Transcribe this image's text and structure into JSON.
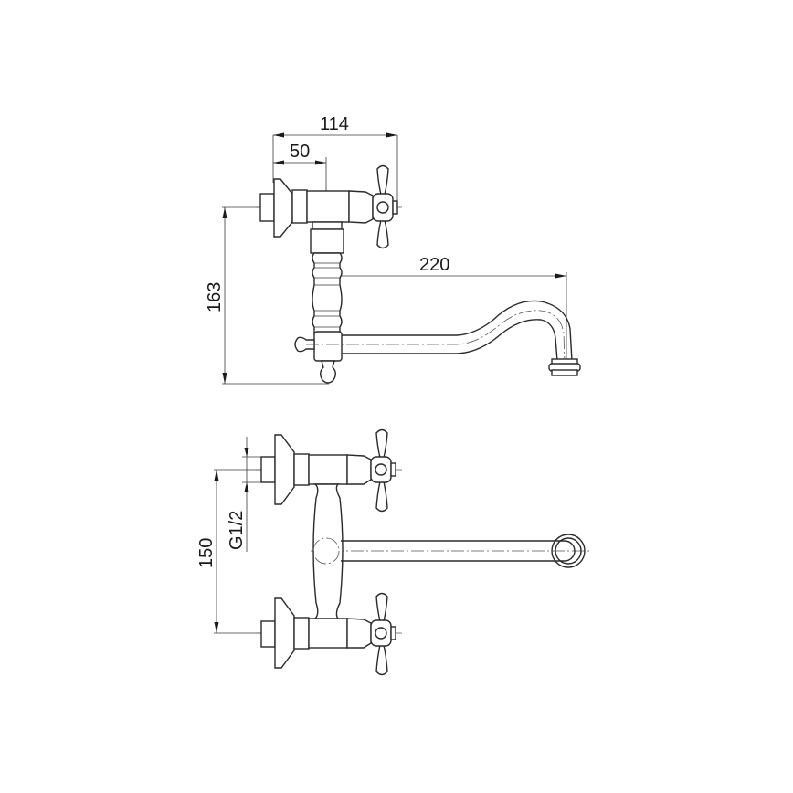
{
  "drawing": {
    "subject": "Wall-mounted faucet technical drawing",
    "views": [
      {
        "name": "side-view",
        "dimensions": {
          "depth_total": "114",
          "depth_inlet": "50",
          "spout_reach": "220",
          "height": "163"
        }
      },
      {
        "name": "top-view",
        "dimensions": {
          "inlet_spacing": "150",
          "thread": "G1/2"
        }
      }
    ],
    "labels": {
      "d114": "114",
      "d50": "50",
      "d220": "220",
      "d163": "163",
      "d150": "150",
      "thread": "G1/2"
    }
  }
}
